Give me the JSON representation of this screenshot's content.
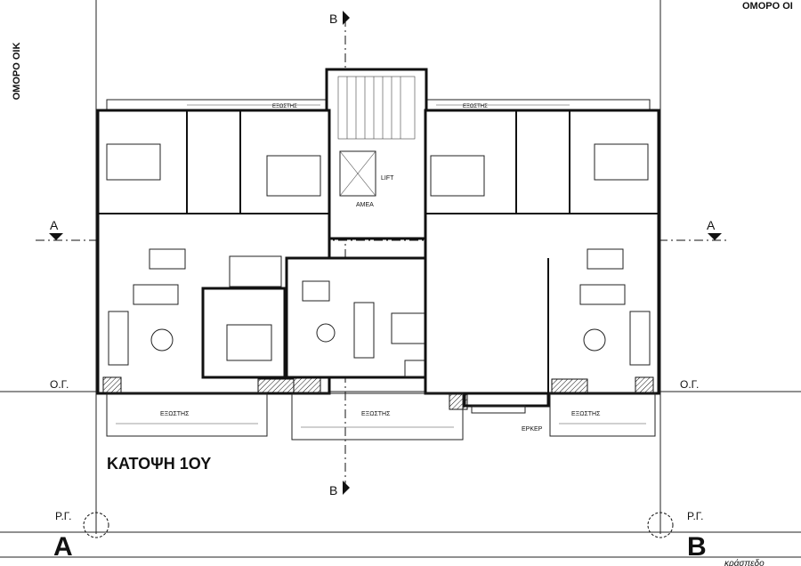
{
  "drawing": {
    "title": "ΚΑΤΟΨΗ 1ΟΥ",
    "neighbor_left": "ΟΜΟΡΟ ΟΙΚ",
    "neighbor_right": "ΟΜΟΡΟ ΟΙ",
    "section_b_top": "B",
    "section_b_bottom": "B",
    "section_a_left": "A",
    "section_a_right": "A",
    "og_left": "Ο.Γ.",
    "og_right": "Ο.Γ.",
    "rg_left": "Ρ.Γ.",
    "rg_right": "Ρ.Γ.",
    "corner_a": "A",
    "corner_b": "B",
    "bottom_note": "κράσπεδο",
    "lift": "LIFT",
    "amea": "ΑΜΕΑ",
    "erker": "ΕΡΚΕΡ",
    "balcony_left": "ΕΞΩΣΤΗΣ",
    "balcony_center": "ΕΞΩΣΤΗΣ",
    "balcony_right": "ΕΞΩΣΤΗΣ",
    "balcony_top_left": "ΕΞΩΣΤΗΣ",
    "balcony_top_right": "ΕΞΩΣΤΗΣ"
  }
}
